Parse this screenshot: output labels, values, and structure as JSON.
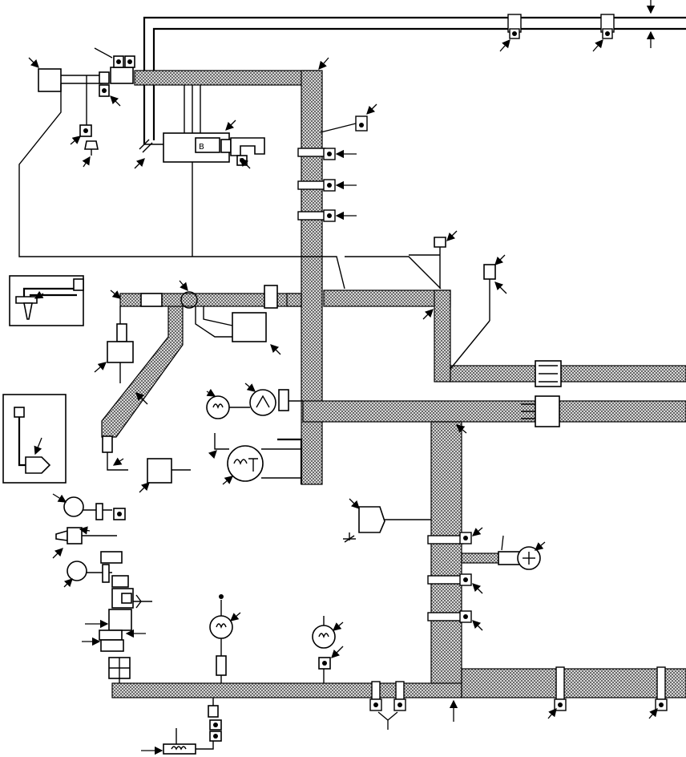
{
  "diagram": {
    "kind": "wiring-harness-exploded-view",
    "text_labels": [],
    "icons": [
      "ground-symbol",
      "terminal-nut",
      "retaining-clamp",
      "sensor",
      "connector",
      "lamp-bulb"
    ]
  }
}
